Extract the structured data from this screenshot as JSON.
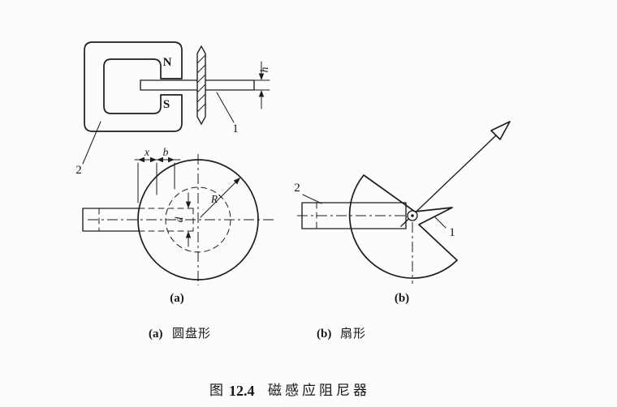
{
  "page": {
    "background": "#fcfcfa",
    "ink": "#1c1c1c"
  },
  "figure": {
    "caption": {
      "prefix": "图",
      "number": "12.4",
      "title": "磁感应阻尼器"
    },
    "subfigures": [
      {
        "tag": "(a)",
        "name": "圆盘形"
      },
      {
        "tag": "(b)",
        "name": "扇形"
      }
    ]
  },
  "diagram_a": {
    "sub_label": "(a)",
    "magnet": {
      "north": "N",
      "south": "S"
    },
    "dims": {
      "thickness": "h",
      "x": "x",
      "b": "b",
      "radius": "R",
      "shaft_diameter": "d"
    },
    "parts": {
      "disc": "1",
      "magnet": "2"
    }
  },
  "diagram_b": {
    "sub_label": "(b)",
    "parts": {
      "sector": "1",
      "shaft": "2"
    }
  }
}
